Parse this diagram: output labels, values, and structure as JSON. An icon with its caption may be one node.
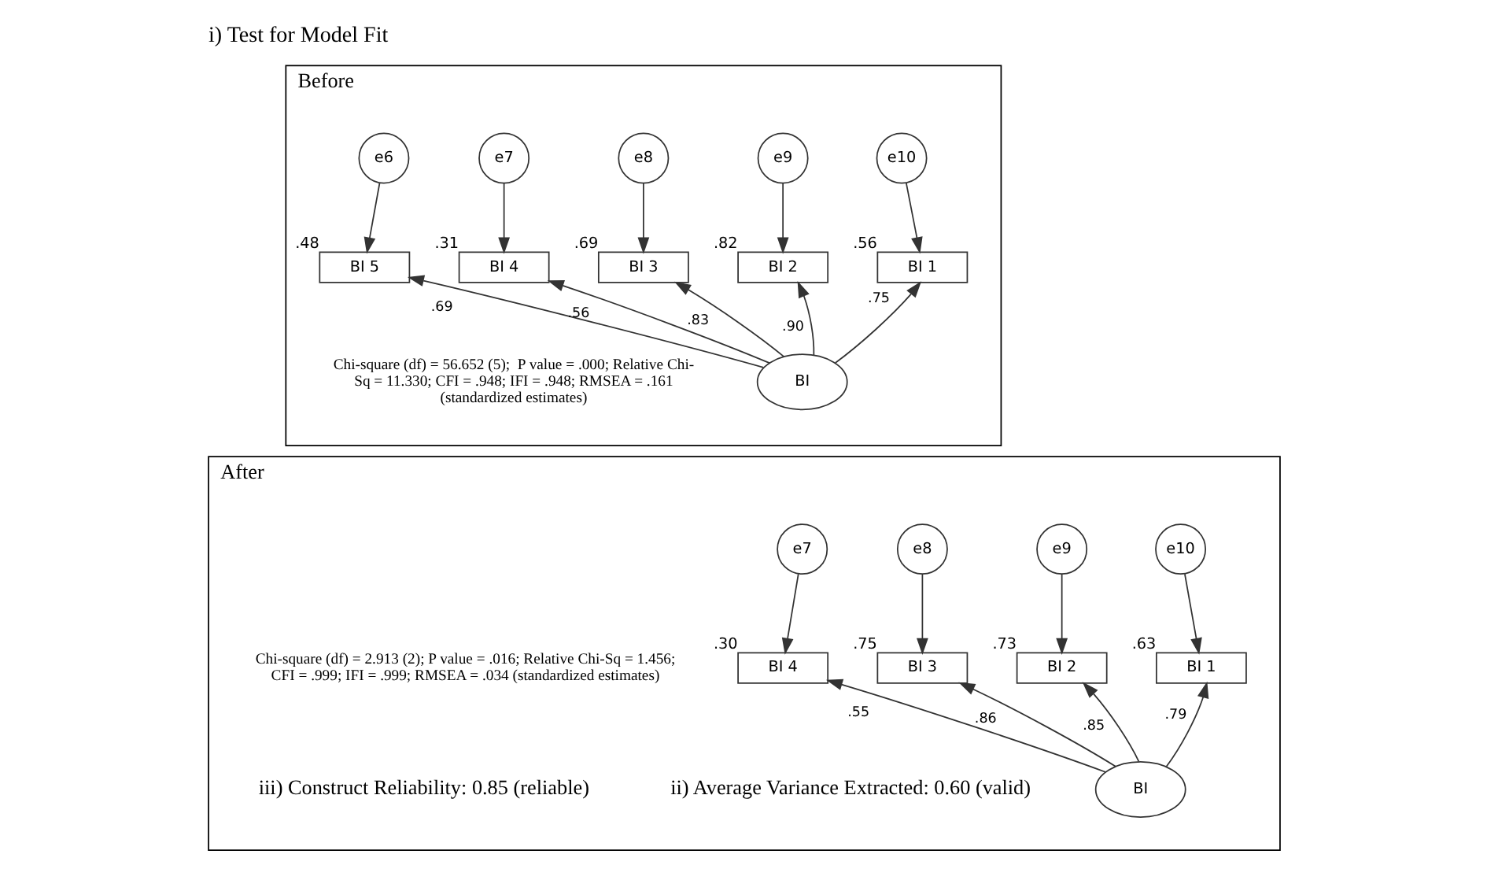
{
  "diagram": {
    "title": "i) Test for Model Fit",
    "nodes": [
      {
        "text": [
          "Before"
        ]
      },
      {
        "text": [
          "e6"
        ],
        "in": 0
      },
      {
        "text": [
          "e7"
        ],
        "in": 0
      },
      {
        "text": [
          "e8"
        ],
        "in": 0
      },
      {
        "text": [
          "e9"
        ],
        "in": 0
      },
      {
        "text": [
          "e10"
        ],
        "in": 0
      },
      {
        "text": [
          "BI 5"
        ],
        "in": 0,
        "beside": [
          ".48"
        ]
      },
      {
        "text": [
          "BI 4"
        ],
        "in": 0,
        "beside": [
          ".31"
        ]
      },
      {
        "text": [
          "BI 3"
        ],
        "in": 0,
        "beside": [
          ".69"
        ]
      },
      {
        "text": [
          "BI 2"
        ],
        "in": 0,
        "beside": [
          ".82"
        ]
      },
      {
        "text": [
          "BI 1"
        ],
        "in": 0,
        "beside": [
          ".56"
        ]
      },
      {
        "text": [
          "BI"
        ],
        "in": 0
      },
      {
        "text": [
          "After"
        ]
      },
      {
        "text": [
          "e7"
        ],
        "in": 12
      },
      {
        "text": [
          "e8"
        ],
        "in": 12
      },
      {
        "text": [
          "e9"
        ],
        "in": 12
      },
      {
        "text": [
          "e10"
        ],
        "in": 12
      },
      {
        "text": [
          "BI 4"
        ],
        "in": 12,
        "beside": [
          ".30"
        ]
      },
      {
        "text": [
          "BI 3"
        ],
        "in": 12,
        "beside": [
          ".75"
        ]
      },
      {
        "text": [
          "BI 2"
        ],
        "in": 12,
        "beside": [
          ".73"
        ]
      },
      {
        "text": [
          "BI 1"
        ],
        "in": 12,
        "beside": [
          ".63"
        ]
      },
      {
        "text": [
          "BI"
        ],
        "in": 12
      }
    ],
    "edges": [
      {
        "from": 1,
        "to": 6,
        "arrow": "to"
      },
      {
        "from": 2,
        "to": 7,
        "arrow": "to"
      },
      {
        "from": 3,
        "to": 8,
        "arrow": "to"
      },
      {
        "from": 4,
        "to": 9,
        "arrow": "to"
      },
      {
        "from": 5,
        "to": 10,
        "arrow": "to"
      },
      {
        "from": 11,
        "to": 6,
        "arrow": "to",
        "label": ".69"
      },
      {
        "from": 11,
        "to": 7,
        "arrow": "to",
        "label": ".56"
      },
      {
        "from": 11,
        "to": 8,
        "arrow": "to",
        "label": ".83"
      },
      {
        "from": 11,
        "to": 9,
        "arrow": "to",
        "label": ".90"
      },
      {
        "from": 11,
        "to": 10,
        "arrow": "to",
        "label": ".75"
      },
      {
        "from": 13,
        "to": 17,
        "arrow": "to"
      },
      {
        "from": 14,
        "to": 18,
        "arrow": "to"
      },
      {
        "from": 15,
        "to": 19,
        "arrow": "to"
      },
      {
        "from": 16,
        "to": 20,
        "arrow": "to"
      },
      {
        "from": 21,
        "to": 17,
        "arrow": "to",
        "label": ".55"
      },
      {
        "from": 21,
        "to": 18,
        "arrow": "to",
        "label": ".86"
      },
      {
        "from": 21,
        "to": 19,
        "arrow": "to",
        "label": ".85"
      },
      {
        "from": 21,
        "to": 20,
        "arrow": "to",
        "label": ".79"
      }
    ],
    "labels": [
      "Chi-square (df) = 56.652 (5);  P value = .000; Relative Chi-Sq = 11.330; CFI = .948; IFI = .948; RMSEA = .161 (standardized estimates)",
      "Chi-square (df) = 2.913 (2); P value = .016; Relative Chi-Sq = 1.456; CFI = .999; IFI = .999; RMSEA = .034 (standardized estimates)",
      "ii) Average Variance Extracted: 0.60 (valid)",
      "iii) Construct Reliability: 0.85 (reliable)"
    ]
  }
}
